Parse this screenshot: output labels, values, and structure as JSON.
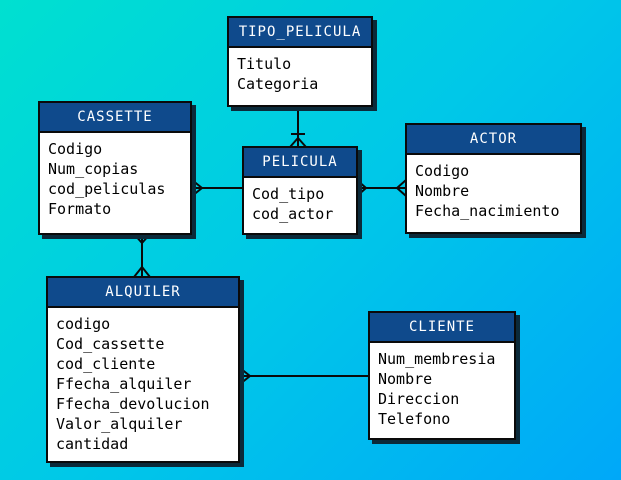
{
  "entities": {
    "tipo_pelicula": {
      "name": "TIPO_PELICULA",
      "attributes": [
        "Titulo",
        "Categoria"
      ]
    },
    "cassette": {
      "name": "CASSETTE",
      "attributes": [
        "Codigo",
        "Num_copias",
        "cod_peliculas",
        "Formato"
      ]
    },
    "pelicula": {
      "name": "PELICULA",
      "attributes": [
        "Cod_tipo",
        "cod_actor"
      ]
    },
    "actor": {
      "name": "ACTOR",
      "attributes": [
        "Codigo",
        "Nombre",
        "Fecha_nacimiento"
      ]
    },
    "alquiler": {
      "name": "ALQUILER",
      "attributes": [
        "codigo",
        "Cod_cassette",
        "cod_cliente",
        "Ffecha_alquiler",
        "Ffecha_devolucion",
        "Valor_alquiler",
        "cantidad"
      ]
    },
    "cliente": {
      "name": "CLIENTE",
      "attributes": [
        "Num_membresia",
        "Nombre",
        "Direccion",
        "Telefono"
      ]
    }
  },
  "colors": {
    "header": "#0f4a8c",
    "border": "#0a0a0a",
    "shadow": "#0b2a3a"
  }
}
